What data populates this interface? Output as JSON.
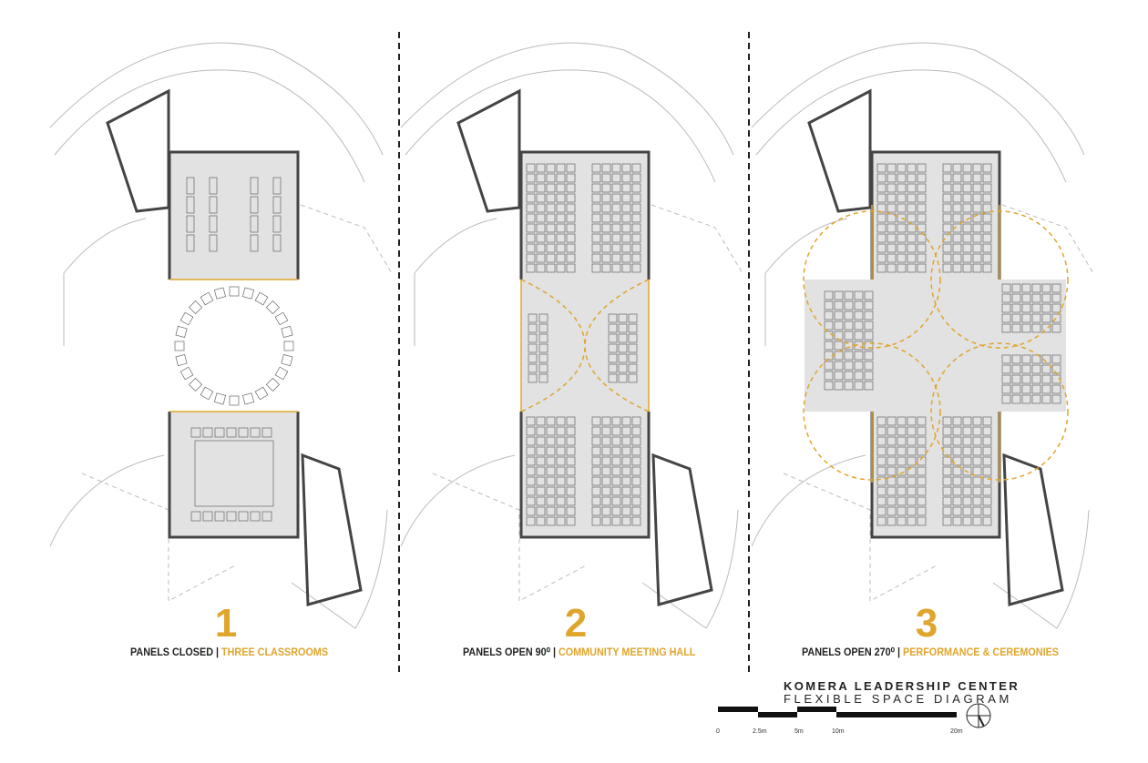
{
  "diagrams": [
    {
      "number": "1",
      "state": "PANELS CLOSED",
      "sep": " | ",
      "use": "THREE CLASSROOMS"
    },
    {
      "number": "2",
      "state": "PANELS OPEN 90⁰",
      "sep": " | ",
      "use": "COMMUNITY MEETING HALL"
    },
    {
      "number": "3",
      "state": "PANELS OPEN 270⁰",
      "sep": " | ",
      "use": "PERFORMANCE & CEREMONIES"
    }
  ],
  "title_block": {
    "title": "KOMERA LEADERSHIP CENTER",
    "subtitle": "FLEXIBLE SPACE DIAGRAM"
  },
  "scale_bar": {
    "ticks": [
      "0",
      "2.5m",
      "5m",
      "10m",
      "20m"
    ]
  },
  "north_arrow": "north-arrow-icon",
  "colors": {
    "accent": "#e0a52c",
    "wall": "#444444",
    "floor": "#e2e2e2"
  }
}
